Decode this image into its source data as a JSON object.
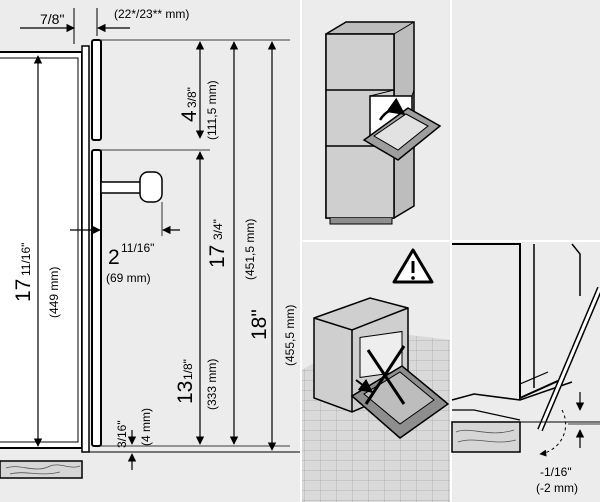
{
  "dimensions": {
    "panel_top": {
      "value": "7/8\"",
      "metric": "(22*/23** mm)"
    },
    "top_gap": {
      "whole": "4",
      "frac": "3/8\"",
      "metric": "(111,5 mm)"
    },
    "appliance_height": {
      "whole": "17",
      "frac": "11/16\"",
      "metric": "(449 mm)"
    },
    "handle_depth": {
      "whole": "2",
      "frac": "11/16\"",
      "metric": "(69 mm)"
    },
    "door_height": {
      "whole": "17",
      "frac": "3/4\"",
      "metric": "(451,5 mm)"
    },
    "overall_height": {
      "whole": "18\"",
      "metric": "(455,5 mm)"
    },
    "lower_height": {
      "whole": "13",
      "frac": "1/8\"",
      "metric": "(333 mm)"
    },
    "bottom_gap": {
      "value": "3/16\"",
      "metric": "(4 mm)"
    },
    "door_offset": {
      "value": "-1/16\"",
      "metric": "(-2 mm)"
    }
  },
  "colors": {
    "panel": "#ececec",
    "line": "#000000",
    "floor": "#c9c9c9",
    "wood": "#d6d6d6"
  },
  "icons": [
    "warning-icon",
    "tall-cabinet-oven-illustration",
    "oven-door-damage-illustration",
    "door-detail-illustration"
  ]
}
